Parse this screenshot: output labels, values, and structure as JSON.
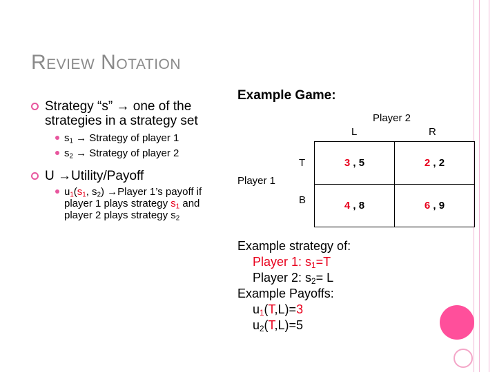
{
  "title": "Review Notation",
  "left": {
    "b1_text": "Strategy “s”",
    "b1_arrow": "→",
    "b1_rest": " one of the strategies in a strategy set",
    "sub1": {
      "s": "s",
      "sub": "1",
      "arrow": "→",
      "rest": " Strategy of player 1"
    },
    "sub2": {
      "s": "s",
      "sub": "2",
      "arrow": "→",
      "rest": " Strategy of player 2"
    },
    "b2_text": "U ",
    "b2_arrow": "→",
    "b2_rest": "Utility/Payoff",
    "u_line": {
      "u": "u",
      "u_sub": "1",
      "paren_open": "(",
      "s1": "s",
      "s1_sub": "1",
      "comma": ", s",
      "s2_sub": "2",
      "paren_close": ") ",
      "arrow": "→",
      "desc1": "Player 1’s payoff if player 1 plays strategy ",
      "s1b": "s",
      "s1b_sub": "1",
      "desc2": " and player 2 plays strategy s",
      "s2b_sub": "2"
    }
  },
  "example": {
    "title": "Example Game:",
    "player2": "Player 2",
    "player1": "Player 1",
    "col_L": "L",
    "col_R": "R",
    "row_T": "T",
    "row_B": "B",
    "cells": [
      [
        {
          "p1": "3",
          "p2": " , 5"
        },
        {
          "p1": "2",
          "p2": " , 2"
        }
      ],
      [
        {
          "p1": "4",
          "p2": " , 8"
        },
        {
          "p1": "6",
          "p2": " , 9"
        }
      ]
    ],
    "strategy_heading": "Example strategy of:",
    "p1_strategy": {
      "a": "Player 1: s",
      "sub": "1",
      "b": "=T"
    },
    "p2_strategy": {
      "a": "Player 2: s",
      "sub": "2",
      "b": "= L"
    },
    "payoffs_heading": "Example Payoffs:",
    "u1": {
      "u": "u",
      "sub": "1",
      "open": "(",
      "T": "T",
      "rest": ",L)=",
      "val": "3"
    },
    "u2": {
      "u": "u",
      "sub": "2",
      "open": "(",
      "T": "T",
      "rest": ",L)=5"
    }
  },
  "colors": {
    "accent": "#e8569e",
    "red": "#e8001c",
    "title_gray": "#8a8a8a",
    "circle_pink": "#ff4f9b"
  }
}
